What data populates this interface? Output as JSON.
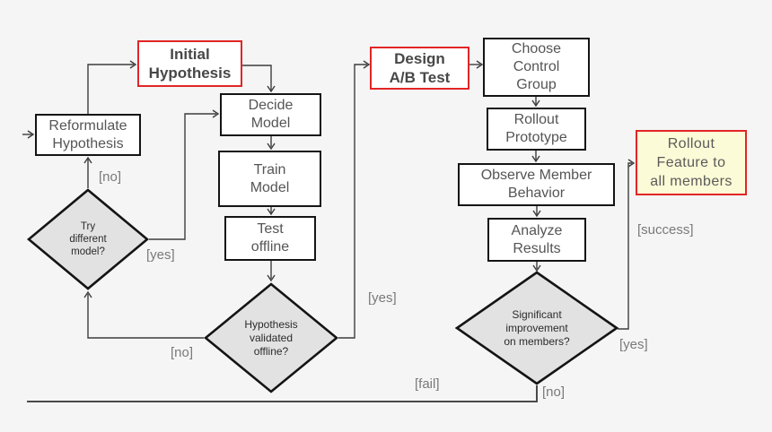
{
  "diagram": {
    "title": "A/B testing experimentation flowchart",
    "colors": {
      "background": "#f5f5f5",
      "box_fill": "#ffffff",
      "box_border": "#141414",
      "accent_red": "#e22525",
      "result_fill": "#fcfbd7",
      "decision_fill": "#e2e2e2",
      "line": "#3d3d3d"
    },
    "nodes": {
      "reformulate_hypothesis": {
        "label": "Reformulate\nHypothesis"
      },
      "initial_hypothesis": {
        "label": "Initial\nHypothesis"
      },
      "decide_model": {
        "label": "Decide\nModel"
      },
      "train_model": {
        "label": "Train\nModel"
      },
      "test_offline": {
        "label": "Test\noffline"
      },
      "try_different_model": {
        "label": "Try\ndifferent\nmodel?"
      },
      "hypothesis_validated": {
        "label": "Hypothesis\nvalidated\noffline?"
      },
      "design_ab_test": {
        "label": "Design\nA/B Test"
      },
      "choose_control_group": {
        "label": "Choose\nControl\nGroup"
      },
      "rollout_prototype": {
        "label": "Rollout\nPrototype"
      },
      "observe_member_behavior": {
        "label": "Observe Member\nBehavior"
      },
      "analyze_results": {
        "label": "Analyze\nResults"
      },
      "significant_improvement": {
        "label": "Significant\nimprovement\non members?"
      },
      "rollout_feature": {
        "label": "Rollout\nFeature to\nall members"
      }
    },
    "edge_labels": {
      "try_no": "[no]",
      "try_yes": "[yes]",
      "hyp_no": "[no]",
      "hyp_yes": "[yes]",
      "sig_success": "[success]",
      "sig_yes": "[yes]",
      "sig_no": "[no]",
      "fail": "[fail]"
    }
  }
}
